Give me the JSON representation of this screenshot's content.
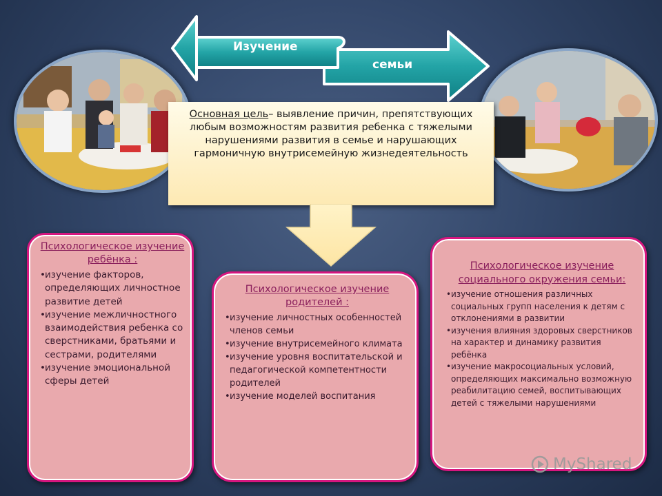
{
  "banner": {
    "word1": "Изучение",
    "word2": "семьи"
  },
  "goal": {
    "label": "Основная цель",
    "text": "– выявление причин, препятствующих любым возможностям развития ребенка с тяжелыми нарушениями развития в семье и нарушающих гармоничную внутрисемейную жизнедеятельность"
  },
  "cards": {
    "child": {
      "title": "Психологическое изучение ребёнка :",
      "items": [
        "изучение факторов, определяющих личностное развитие детей",
        "изучение межличностного взаимодействия ребенка со сверстниками, братьями и сестрами, родителями",
        "изучение эмоциональной сферы детей"
      ]
    },
    "parents": {
      "title": "Психологическое изучение родителей :",
      "items": [
        "изучение личностных особенностей членов семьи",
        "изучение внутрисемейного климата",
        "изучение уровня воспитательской и педагогической компетентности родителей",
        "изучение моделей воспитания"
      ]
    },
    "social": {
      "title": "Психологическое изучение социального окружения семьи:",
      "items": [
        "изучение отношения различных социальных групп населения к детям с отклонениями в развитии",
        "изучения влияния здоровых сверстников на характер и динамику развития ребёнка",
        "изучение макросоциальных условий, определяющих максимально возможную реабилитацию семей, воспитывающих детей с тяжелыми нарушениями"
      ]
    }
  },
  "watermark": {
    "text": "MyShared"
  },
  "colors": {
    "accent": "#d6167f",
    "card_fill": "#e9a9ad",
    "title_text": "#8a1f5c",
    "banner": "#1f9c9e",
    "goal_fill": "#fde9b3"
  },
  "icons": {
    "watermark": "play-icon"
  }
}
